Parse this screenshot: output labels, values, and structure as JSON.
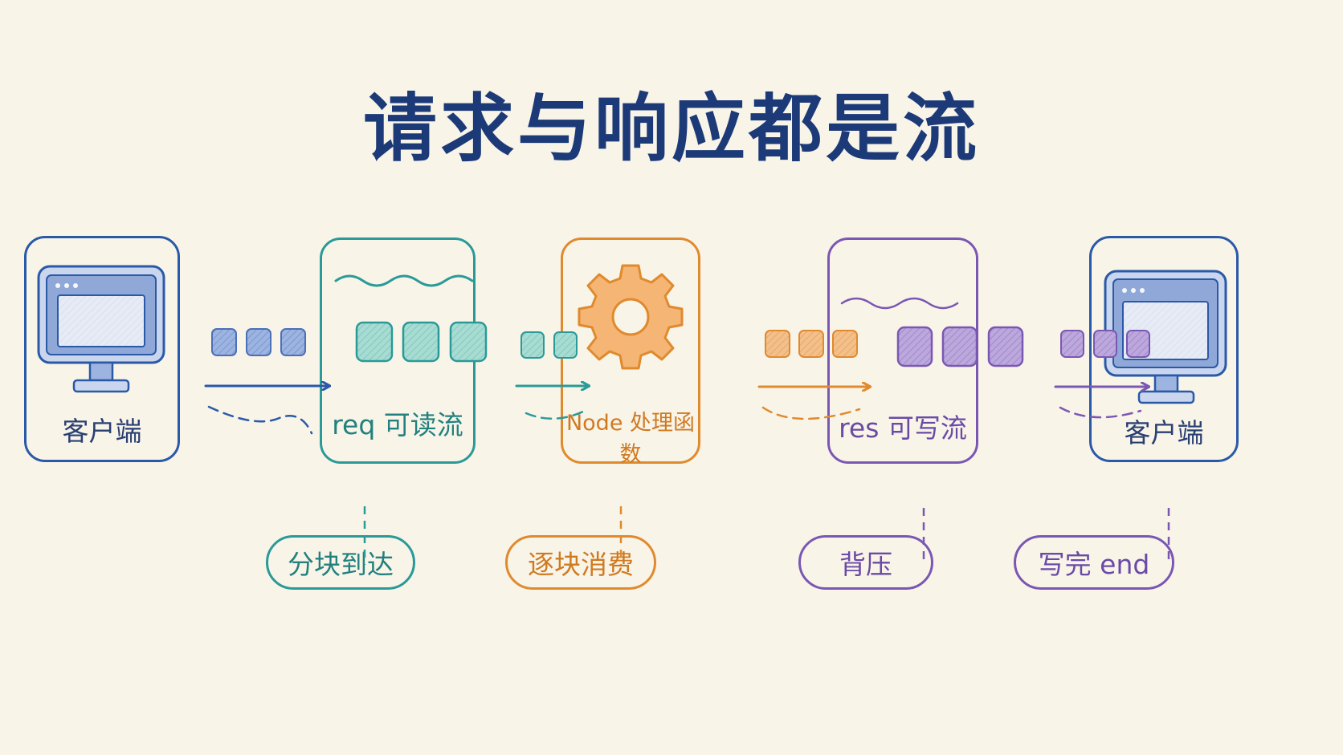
{
  "title": "请求与响应都是流",
  "colors": {
    "blue": "#2a59a8",
    "teal": "#2a9a98",
    "orange": "#e08a2e",
    "purple": "#7b57b4",
    "title": "#1d3a78",
    "background": "#f8f4e8"
  },
  "nodes": {
    "client_left": {
      "label": "客户端",
      "icon": "monitor-icon"
    },
    "req": {
      "label": "req 可读流"
    },
    "node": {
      "label": "Node 处理函数",
      "icon": "gear-icon"
    },
    "res": {
      "label": "res 可写流"
    },
    "client_right": {
      "label": "客户端",
      "icon": "monitor-icon"
    }
  },
  "annotations": {
    "req": "分块到达",
    "node": "逐块消费",
    "res": "背压",
    "end": "写完 end"
  }
}
